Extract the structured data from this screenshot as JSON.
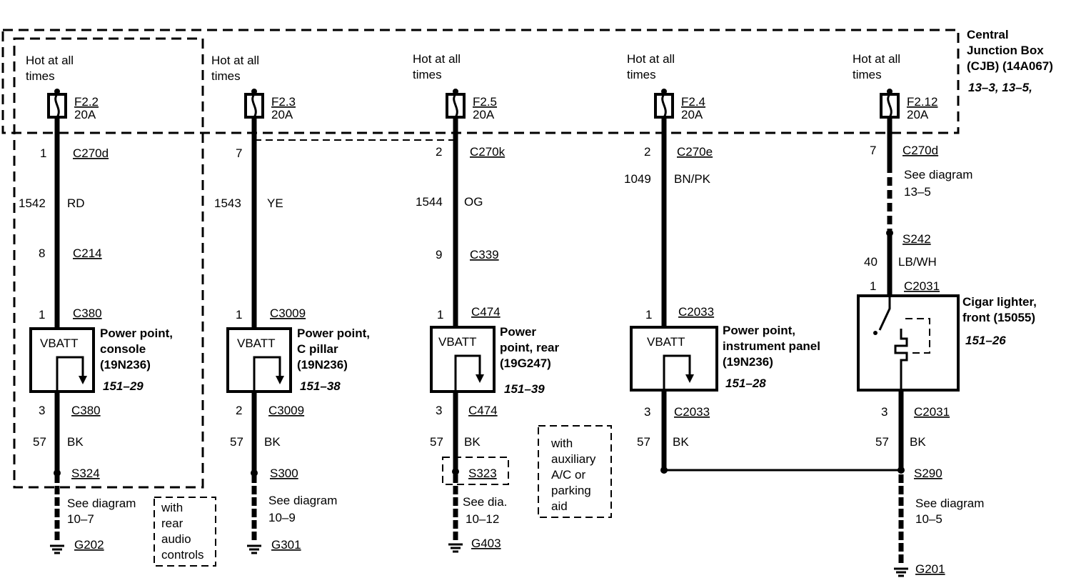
{
  "cjb": {
    "line1": "Central",
    "line2": "Junction Box",
    "line3": "(CJB) (14A067)",
    "refs": "13–3, 13–5,"
  },
  "circuits": [
    {
      "id": "c1",
      "hot": [
        "Hot at all",
        "times"
      ],
      "fuse": "F2.2",
      "amp": "20A",
      "top_pin": "1",
      "top_conn": "C270d",
      "wire_num": "1542",
      "wire_color": "RD",
      "mid_pin": "8",
      "mid_conn": "C214",
      "in_pin": "1",
      "in_conn": "C380",
      "device_label": "VBATT",
      "device_name": [
        "Power point,",
        "console",
        "(19N236)"
      ],
      "device_ref": "151–29",
      "out_pin": "3",
      "out_conn": "C380",
      "gnd_wire_num": "57",
      "gnd_wire_color": "BK",
      "splice": "S324",
      "see": [
        "See diagram",
        "10–7"
      ],
      "ground": "G202"
    },
    {
      "id": "c2",
      "hot": [
        "Hot at all",
        "times"
      ],
      "fuse": "F2.3",
      "amp": "20A",
      "top_pin": "7",
      "top_conn": "",
      "wire_num": "1543",
      "wire_color": "YE",
      "in_pin": "1",
      "in_conn": "C3009",
      "device_label": "VBATT",
      "device_name": [
        "Power point,",
        "C pillar",
        "(19N236)"
      ],
      "device_ref": "151–38",
      "out_pin": "2",
      "out_conn": "C3009",
      "gnd_wire_num": "57",
      "gnd_wire_color": "BK",
      "splice": "S300",
      "see": [
        "See diagram",
        "10–9"
      ],
      "ground": "G301"
    },
    {
      "id": "c3",
      "hot": [
        "Hot at all",
        "times"
      ],
      "fuse": "F2.5",
      "amp": "20A",
      "top_pin": "2",
      "top_conn": "C270k",
      "wire_num": "1544",
      "wire_color": "OG",
      "mid_pin": "9",
      "mid_conn": "C339",
      "in_pin": "1",
      "in_conn": "C474",
      "device_label": "VBATT",
      "device_name": [
        "Power",
        "point, rear",
        "(19G247)"
      ],
      "device_ref": "151–39",
      "out_pin": "3",
      "out_conn": "C474",
      "gnd_wire_num": "57",
      "gnd_wire_color": "BK",
      "splice": "S323",
      "see": [
        "See dia.",
        "10–12"
      ],
      "ground": "G403"
    },
    {
      "id": "c4",
      "hot": [
        "Hot at all",
        "times"
      ],
      "fuse": "F2.4",
      "amp": "20A",
      "top_pin": "2",
      "top_conn": "C270e",
      "wire_num": "1049",
      "wire_color": "BN/PK",
      "in_pin": "1",
      "in_conn": "C2033",
      "device_label": "VBATT",
      "device_name": [
        "Power point,",
        "instrument panel",
        "(19N236)"
      ],
      "device_ref": "151–28",
      "out_pin": "3",
      "out_conn": "C2033",
      "gnd_wire_num": "57",
      "gnd_wire_color": "BK"
    },
    {
      "id": "c5",
      "hot": [
        "Hot at all",
        "times"
      ],
      "fuse": "F2.12",
      "amp": "20A",
      "top_pin": "7",
      "top_conn": "C270d",
      "see_top": [
        "See diagram",
        "13–5"
      ],
      "splice_top": "S242",
      "wire_num": "40",
      "wire_color": "LB/WH",
      "in_pin": "1",
      "in_conn": "C2031",
      "device_name": [
        "Cigar lighter,",
        "front (15055)"
      ],
      "device_ref": "151–26",
      "out_pin": "3",
      "out_conn": "C2031",
      "gnd_wire_num": "57",
      "gnd_wire_color": "BK",
      "splice": "S290",
      "see": [
        "See diagram",
        "10–5"
      ],
      "ground": "G201"
    }
  ],
  "notes": {
    "rear_audio": [
      "with",
      "rear",
      "audio",
      "controls"
    ],
    "aux_ac": [
      "with",
      "auxiliary",
      "A/C or",
      "parking",
      "aid"
    ]
  }
}
